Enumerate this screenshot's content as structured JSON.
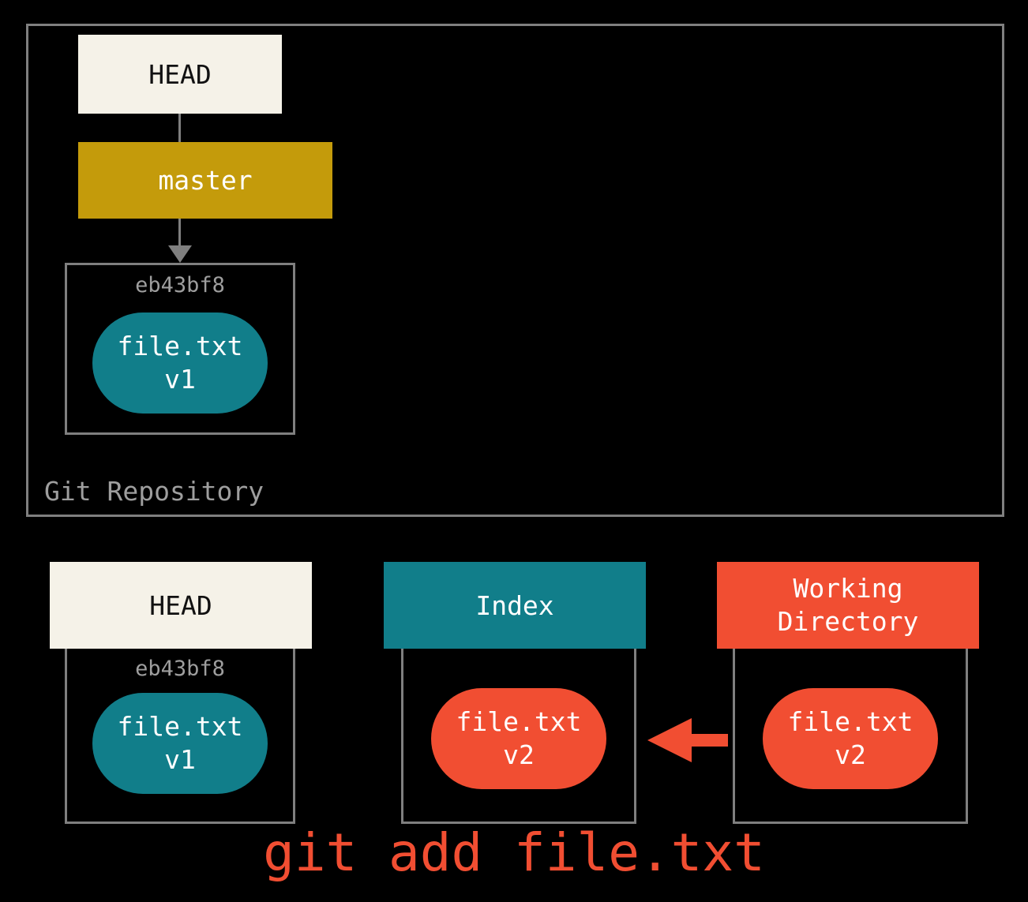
{
  "colors": {
    "background": "#000000",
    "cream": "#F5F2E8",
    "gold": "#C49B0B",
    "teal": "#117E8A",
    "orange": "#F14E32",
    "border-gray": "#7F7F7F",
    "text-gray": "#9E9E9E"
  },
  "repository": {
    "label": "Git Repository",
    "head_label": "HEAD",
    "branch_label": "master",
    "commit": {
      "hash": "eb43bf8",
      "blob_name": "file.txt",
      "blob_version": "v1"
    }
  },
  "bottom": {
    "head": {
      "label": "HEAD",
      "hash": "eb43bf8",
      "blob_name": "file.txt",
      "blob_version": "v1"
    },
    "index": {
      "label": "Index",
      "blob_name": "file.txt",
      "blob_version": "v2"
    },
    "working_directory": {
      "label": "Working\nDirectory",
      "blob_name": "file.txt",
      "blob_version": "v2"
    }
  },
  "caption": "git add file.txt"
}
